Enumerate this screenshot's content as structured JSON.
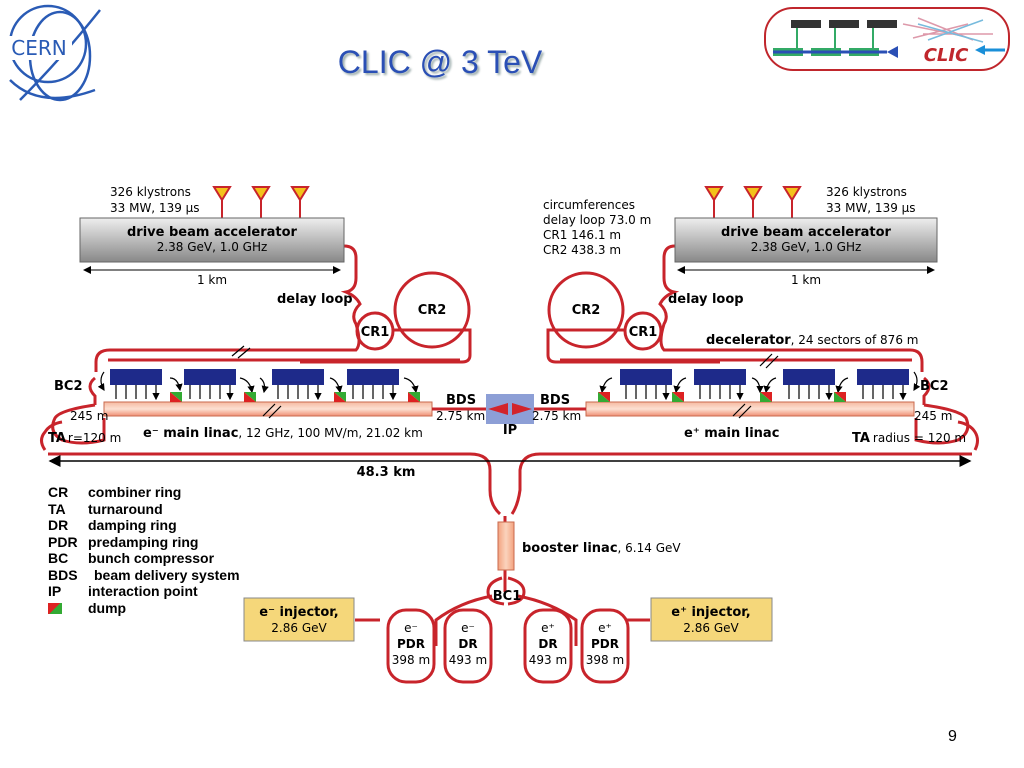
{
  "slide": {
    "title": "CLIC @ 3 TeV",
    "page_number": "9"
  },
  "logos": {
    "cern": "CERN",
    "clic": "CLIC"
  },
  "left": {
    "klystrons": "326 klystrons",
    "klystron_power": "33 MW, 139 µs",
    "dba_title": "drive beam accelerator",
    "dba_sub": "2.38 GeV, 1.0 GHz",
    "length": "1 km",
    "delay_loop": "delay loop",
    "cr1": "CR1",
    "cr2": "CR2",
    "bc2": "BC2",
    "bc2_len": "245 m",
    "ta": "TA",
    "ta_r": "r=120 m",
    "linac_main": "e⁻ main linac",
    "linac_sub": ", 12 GHz, 100 MV/m, 21.02 km",
    "bds": "BDS",
    "bds_len": "2.75 km"
  },
  "right": {
    "klystrons": "326 klystrons",
    "klystron_power": "33 MW, 139 µs",
    "circ_title": "circumferences",
    "circ_delay": "delay loop 73.0 m",
    "circ_cr1": "CR1 146.1 m",
    "circ_cr2": "CR2 438.3 m",
    "dba_title": "drive beam accelerator",
    "dba_sub": "2.38 GeV, 1.0 GHz",
    "length": "1 km",
    "delay_loop": "delay loop",
    "cr1": "CR1",
    "cr2": "CR2",
    "decel": "decelerator",
    "decel_sub": ", 24 sectors of 876 m",
    "bc2": "BC2",
    "bc2_len": "245 m",
    "ta": "TA",
    "ta_r": "radius = 120 m",
    "linac_main": "e⁺ main linac",
    "bds": "BDS",
    "bds_len": "2.75 km"
  },
  "center": {
    "ip": "IP",
    "total": "48.3 km",
    "booster": "booster linac",
    "booster_sub": ", 6.14 GeV",
    "bc1": "BC1"
  },
  "injectors": {
    "e_minus": {
      "title": "e⁻ injector,",
      "energy": "2.86 GeV"
    },
    "e_plus": {
      "title": "e⁺ injector,",
      "energy": "2.86 GeV"
    }
  },
  "rings": [
    {
      "particle": "e⁻",
      "name": "PDR",
      "length": "398 m"
    },
    {
      "particle": "e⁻",
      "name": "DR",
      "length": "493 m"
    },
    {
      "particle": "e⁺",
      "name": "DR",
      "length": "493 m"
    },
    {
      "particle": "e⁺",
      "name": "PDR",
      "length": "398 m"
    }
  ],
  "legend": [
    {
      "key": "CR",
      "desc": "combiner ring"
    },
    {
      "key": "TA",
      "desc": "turnaround"
    },
    {
      "key": "DR",
      "desc": "damping ring"
    },
    {
      "key": "PDR",
      "desc": "predamping ring"
    },
    {
      "key": "BC",
      "desc": "bunch compressor"
    },
    {
      "key": "BDS",
      "desc": "beam delivery system"
    },
    {
      "key": "IP",
      "desc": "interaction point"
    },
    {
      "key": "",
      "desc": "dump"
    }
  ],
  "colors": {
    "beamline": "#c8242b",
    "title": "#2a4fb5",
    "module": "#1e2a8a",
    "injector": "#f5d77a"
  }
}
